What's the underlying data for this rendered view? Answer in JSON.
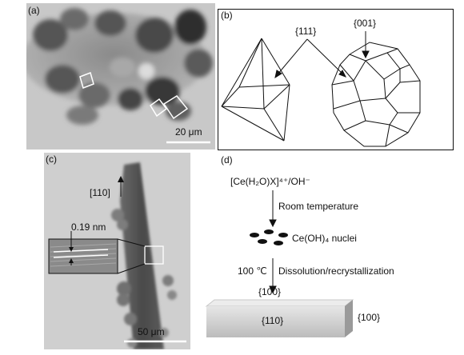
{
  "panel_a": {
    "label": "(a)",
    "scale": "20 μm"
  },
  "panel_b": {
    "label": "(b)",
    "facet_111": "{111}",
    "facet_001": "{001}"
  },
  "panel_c": {
    "label": "(c)",
    "direction": "[110]",
    "spacing": "0.19 nm",
    "scale": "50 μm"
  },
  "panel_d": {
    "label": "(d)",
    "precursor": "[Ce(H₂O)X]⁴⁺/OH⁻",
    "step1": "Room temperature",
    "nuclei": "Ce(OH)₄ nuclei",
    "temperature": "100 ℃",
    "step2": "Dissolution/recrystallization",
    "face_top": "{100}",
    "face_front": "{110}",
    "face_side": "{100}"
  },
  "colors": {
    "frame": "#111111",
    "tem_bg": "#c9c9c9",
    "particle_dark": "#3a3a3a",
    "rod": "#555555",
    "prism_face": "#dcdcdc",
    "prism_side": "#9b9b9b"
  }
}
